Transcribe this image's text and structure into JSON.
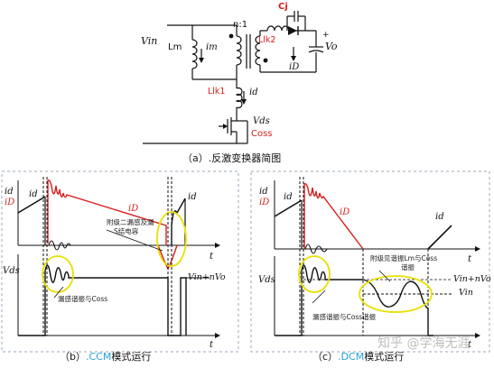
{
  "circuit": {
    "vin": "Vin",
    "lm": "Lm",
    "im": "im",
    "ratio": "n:1",
    "cj": "Cj",
    "llk2": "Llk2",
    "id": "iD",
    "vo": "Vo",
    "llk1": "Llk1",
    "id_small": "id",
    "vds": "Vds",
    "coss": "Coss",
    "caption_prefix": "（a）",
    "caption_text": ".反激变换器简图"
  },
  "ccm": {
    "id_label": "id",
    "iD_label": "iD",
    "id_trace": "id",
    "iD_trace": "iD",
    "id_right": "id",
    "t1": "t",
    "vds": "Vds",
    "vinnvo": "Vin+nVo",
    "t2": "t",
    "note1_a": "附级二漏感及漏",
    "note1_b": "S结电容",
    "note2": "漏感谐振与Coss",
    "caption_prefix": "（b）",
    "caption_hl": ".CCM",
    "caption_rest": "模式运行"
  },
  "dcm": {
    "id_label": "id",
    "iD_label": "iD",
    "id_trace": "id",
    "iD_trace": "iD",
    "id_right": "id",
    "t1": "t",
    "vds": "Vds",
    "vinnvo": "Vin+nVo",
    "vin": "Vin",
    "t2": "t",
    "note1_a": "附级见谐振Lm与Coss",
    "note1_b": "谐振",
    "note2": "漏感谐振与Coss谐振",
    "caption_prefix": "（c）",
    "caption_hl": ".DCM",
    "caption_rest": "模式运行"
  },
  "watermark": "知乎 @学海无涯",
  "colors": {
    "red": "#d81e1e",
    "black": "#111111",
    "yellow": "#e8e000",
    "caption_highlight": "#2a9fd6"
  }
}
